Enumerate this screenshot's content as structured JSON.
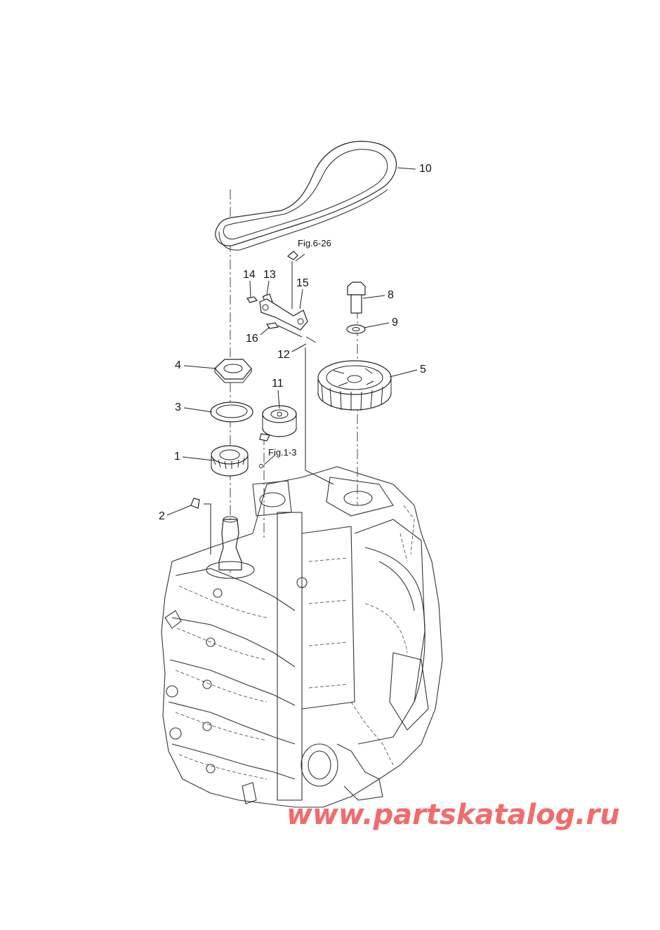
{
  "callouts": [
    {
      "id": "1",
      "label": "1"
    },
    {
      "id": "2",
      "label": "2"
    },
    {
      "id": "3",
      "label": "3"
    },
    {
      "id": "4",
      "label": "4"
    },
    {
      "id": "5",
      "label": "5"
    },
    {
      "id": "8",
      "label": "8"
    },
    {
      "id": "9",
      "label": "9"
    },
    {
      "id": "10",
      "label": "10"
    },
    {
      "id": "11",
      "label": "11"
    },
    {
      "id": "12",
      "label": "12"
    },
    {
      "id": "13",
      "label": "13"
    },
    {
      "id": "14",
      "label": "14"
    },
    {
      "id": "15",
      "label": "15"
    },
    {
      "id": "16",
      "label": "16"
    }
  ],
  "figure_refs": {
    "fig_6_26": "Fig.6-26",
    "fig_1_3": "Fig.1-3"
  },
  "watermark": {
    "text": "www.partskatalog.ru",
    "color": "#f26b6b"
  }
}
